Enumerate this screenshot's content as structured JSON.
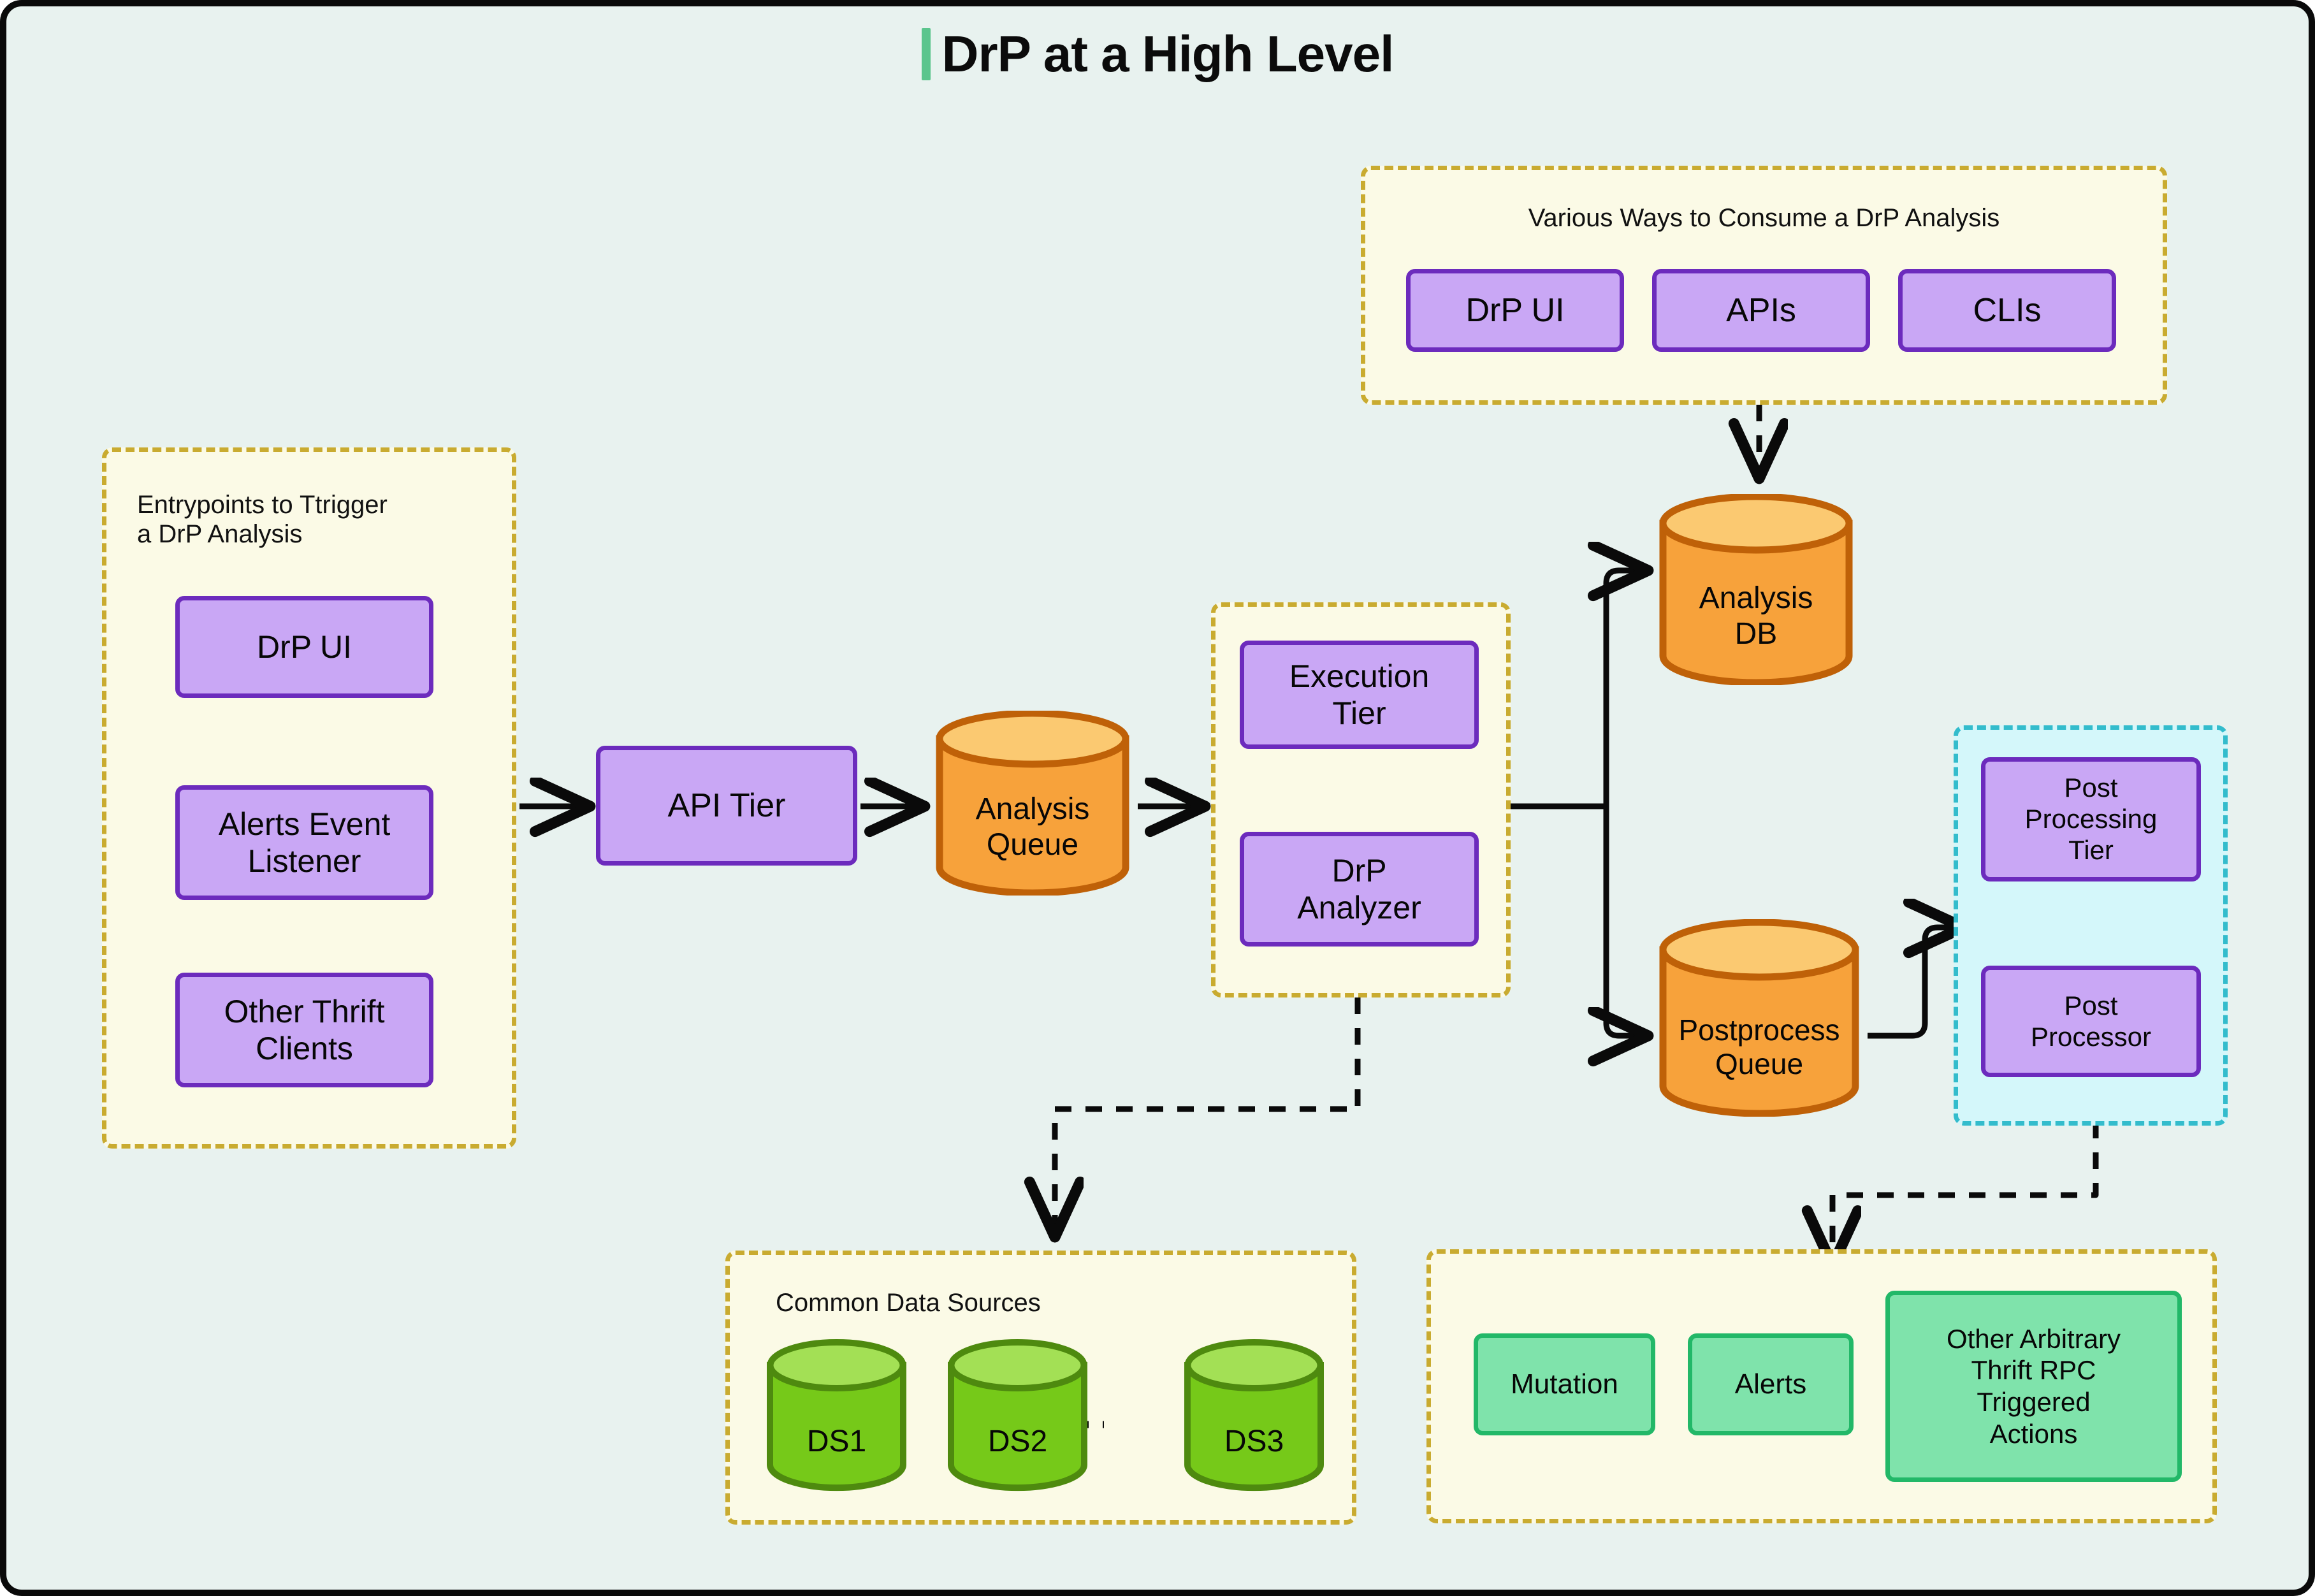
{
  "title": {
    "text": "DrP at a High Level",
    "accent_color": "#5bc58d"
  },
  "colors": {
    "canvas_bg": "#e8f2ef",
    "group_fill": "#fbfae6",
    "group_border": "#c9ab30",
    "group_cyan_fill": "#d4f7fa",
    "group_cyan_border": "#33bccc",
    "node_purple_fill": "#c9a7f5",
    "node_purple_border": "#6c2bbd",
    "node_green_fill": "#7fe3ab",
    "node_green_border": "#22b868",
    "queue_body": "#f7a23b",
    "queue_top": "#fbc971",
    "queue_border": "#bf6108",
    "datasource_body": "#76c919",
    "datasource_top": "#a3e055",
    "datasource_border": "#4e8a0f",
    "edge": "#0a0a0a"
  },
  "groups": {
    "entrypoints": {
      "title": "Entrypoints to Ttrigger\na DrP Analysis"
    },
    "consume": {
      "title": "Various Ways to Consume a DrP Analysis"
    },
    "execution": {
      "title": ""
    },
    "postprocessing": {
      "title": ""
    },
    "data_sources": {
      "title": "Common Data Sources"
    },
    "actions": {
      "title": ""
    }
  },
  "nodes": {
    "entry_drp_ui": "DrP UI",
    "entry_alerts_event_listener": "Alerts Event\nListener",
    "entry_other_thrift_clients": "Other Thrift\nClients",
    "consume_drp_ui": "DrP UI",
    "consume_apis": "APIs",
    "consume_clis": "CLIs",
    "api_tier": "API Tier",
    "analysis_queue": "Analysis\nQueue",
    "execution_tier": "Execution\nTier",
    "drp_analyzer": "DrP\nAnalyzer",
    "analysis_db": "Analysis\nDB",
    "postprocess_queue": "Postprocess\nQueue",
    "post_processing_tier": "Post\nProcessing\nTier",
    "post_processor": "Post\nProcessor",
    "ds1": "DS1",
    "ds2": "DS2",
    "ds3": "DS3",
    "action_mutation": "Mutation",
    "action_alerts": "Alerts",
    "action_other_rpc": "Other Arbitrary\nThrift RPC\nTriggered\nActions"
  }
}
